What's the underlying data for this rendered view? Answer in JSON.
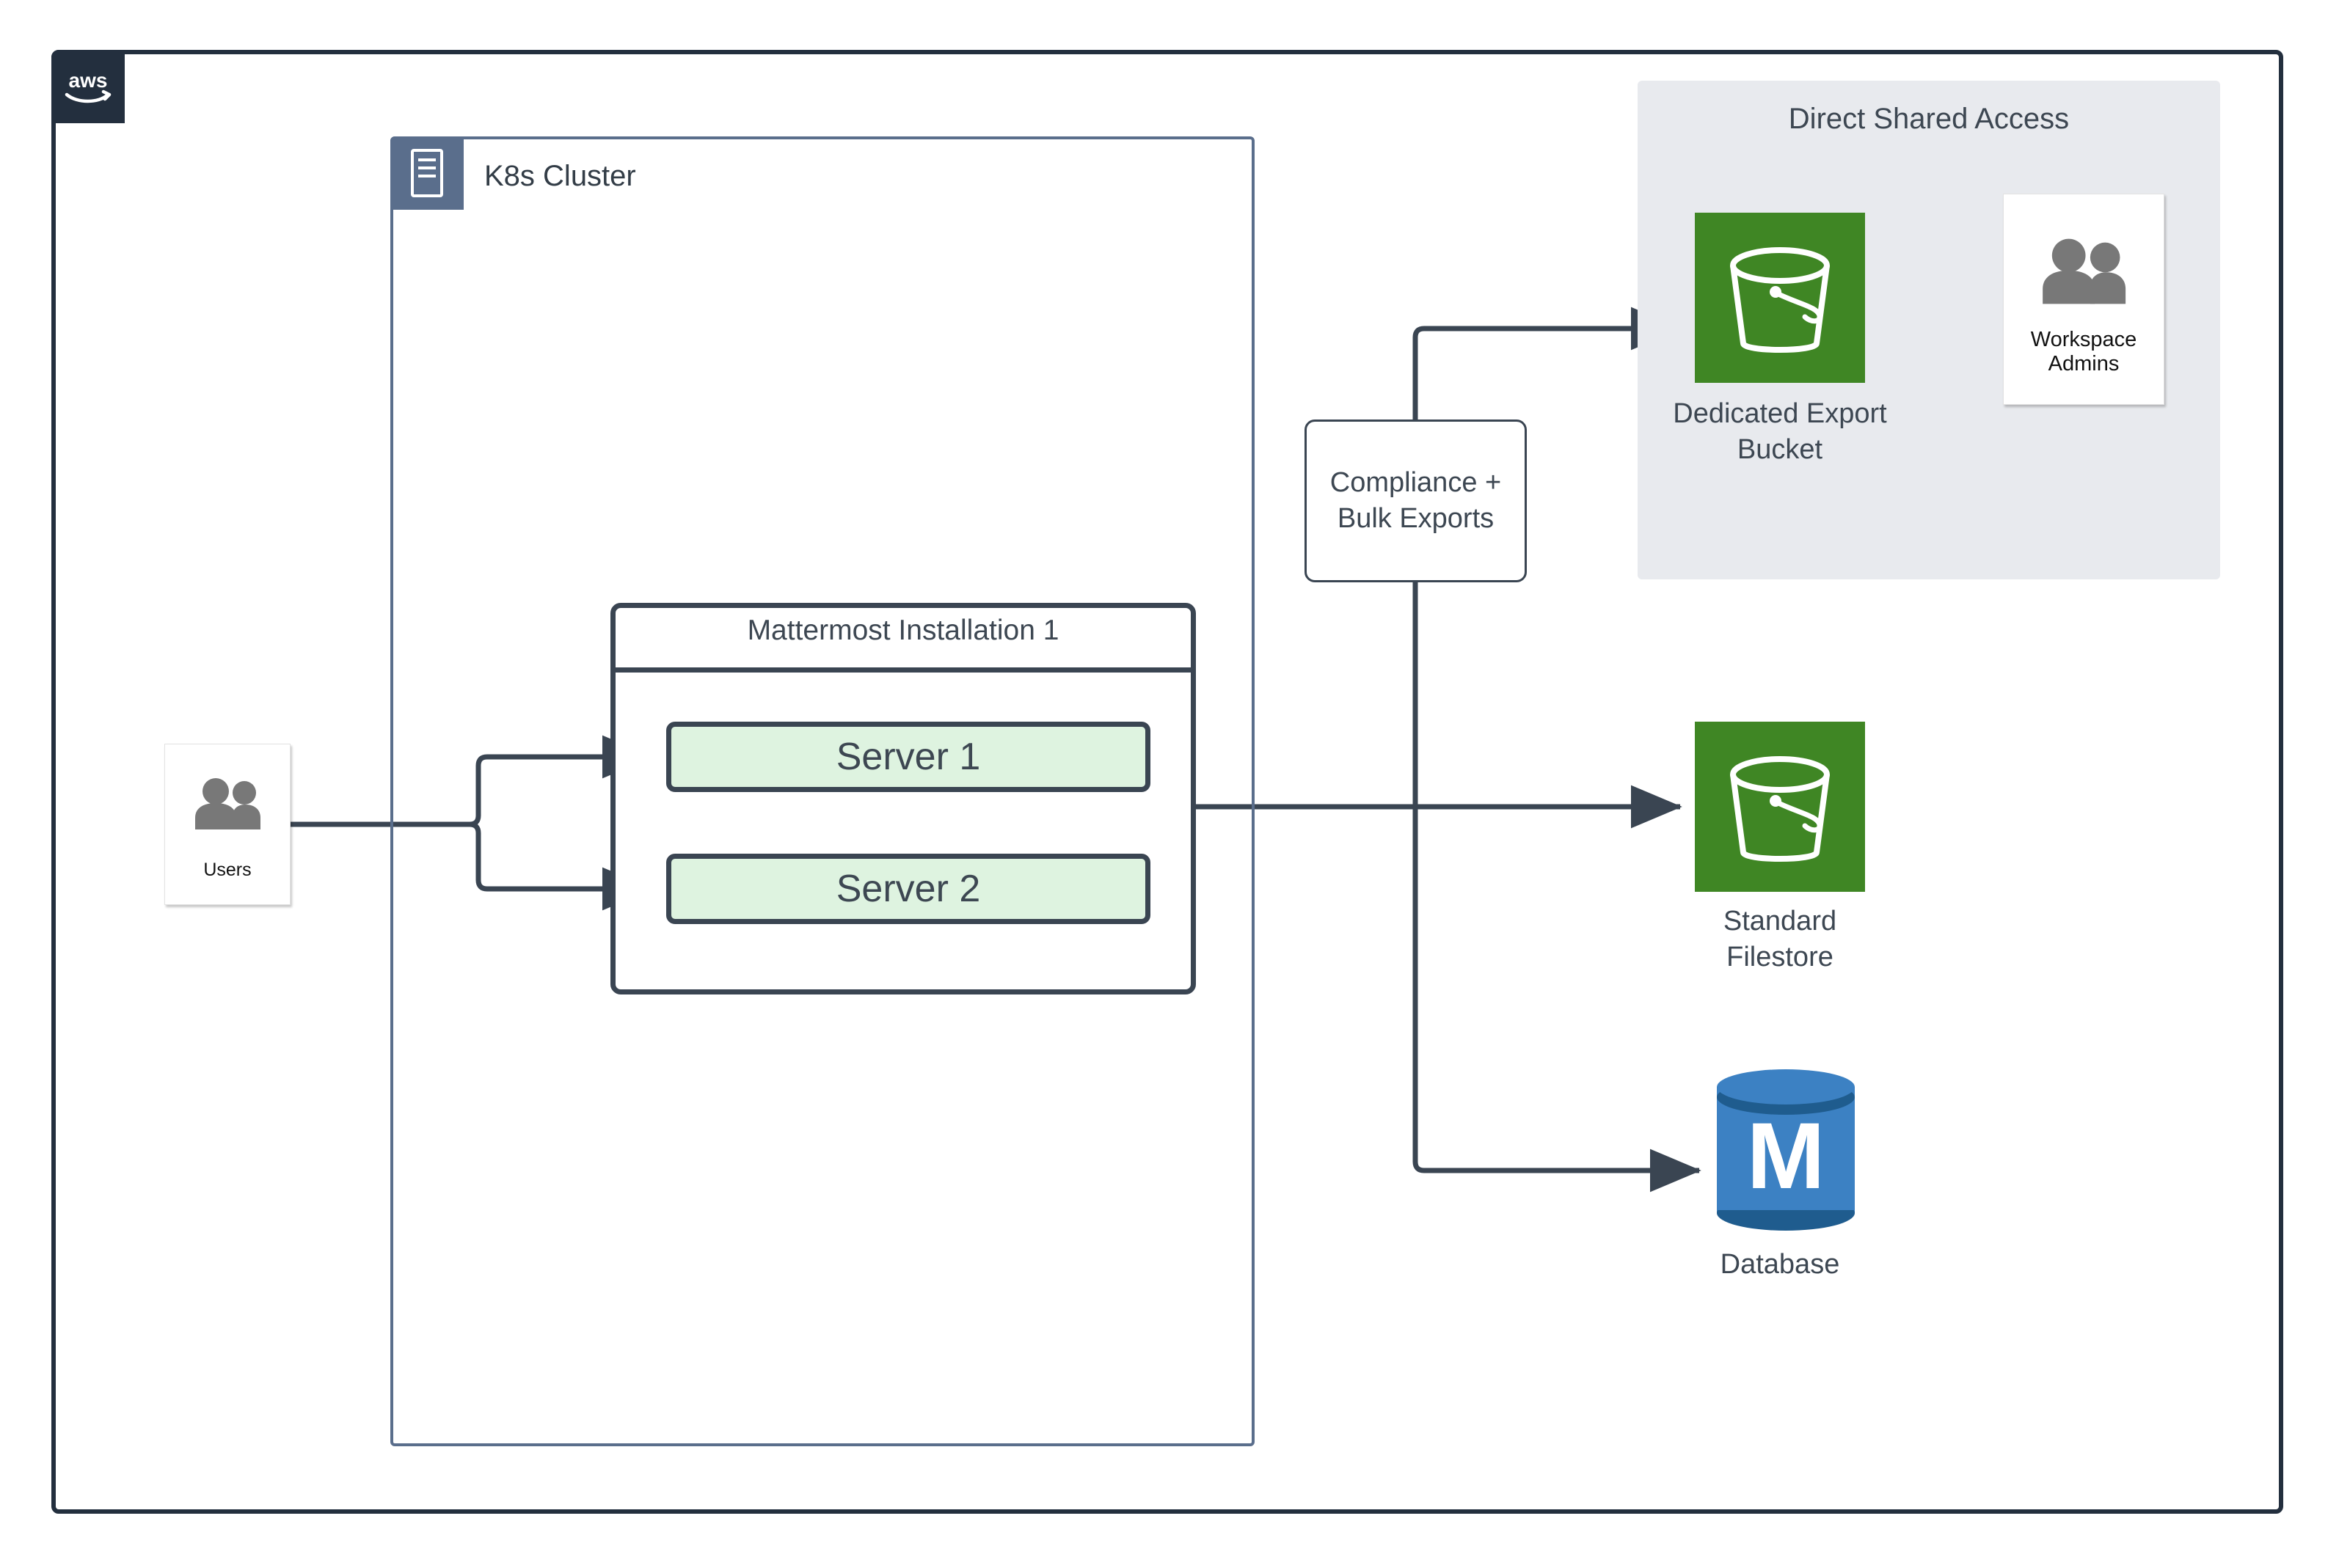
{
  "diagram": {
    "cloud_label": "aws",
    "colors": {
      "aws_navy": "#232F3E",
      "cluster_slate": "#5A6E8C",
      "node_outline": "#3A4552",
      "server_fill": "#DEF3E0",
      "s3_green": "#3F8624",
      "db_blue": "#3C81C3",
      "db_blue_dark": "#1F5C8E",
      "group_gray": "#E8EAEE",
      "person_gray": "#787878"
    },
    "cluster": {
      "title": "K8s Cluster",
      "icon": "server-rack-icon"
    },
    "installation": {
      "title": "Mattermost Installation 1",
      "servers": [
        {
          "label": "Server 1"
        },
        {
          "label": "Server 2"
        }
      ]
    },
    "users_node": {
      "label": "Users",
      "icon": "users-icon"
    },
    "compliance_node": {
      "line1": "Compliance +",
      "line2": "Bulk Exports"
    },
    "shared_access_group": {
      "title": "Direct Shared Access",
      "bucket": {
        "label_line1": "Dedicated Export",
        "label_line2": "Bucket",
        "icon": "s3-bucket-icon"
      },
      "admins": {
        "label": "Workspace Admins",
        "icon": "users-icon"
      }
    },
    "filestore": {
      "label_line1": "Standard",
      "label_line2": "Filestore",
      "icon": "s3-bucket-icon"
    },
    "database": {
      "label": "Database",
      "icon": "mattermost-database-icon",
      "glyph": "M"
    }
  }
}
